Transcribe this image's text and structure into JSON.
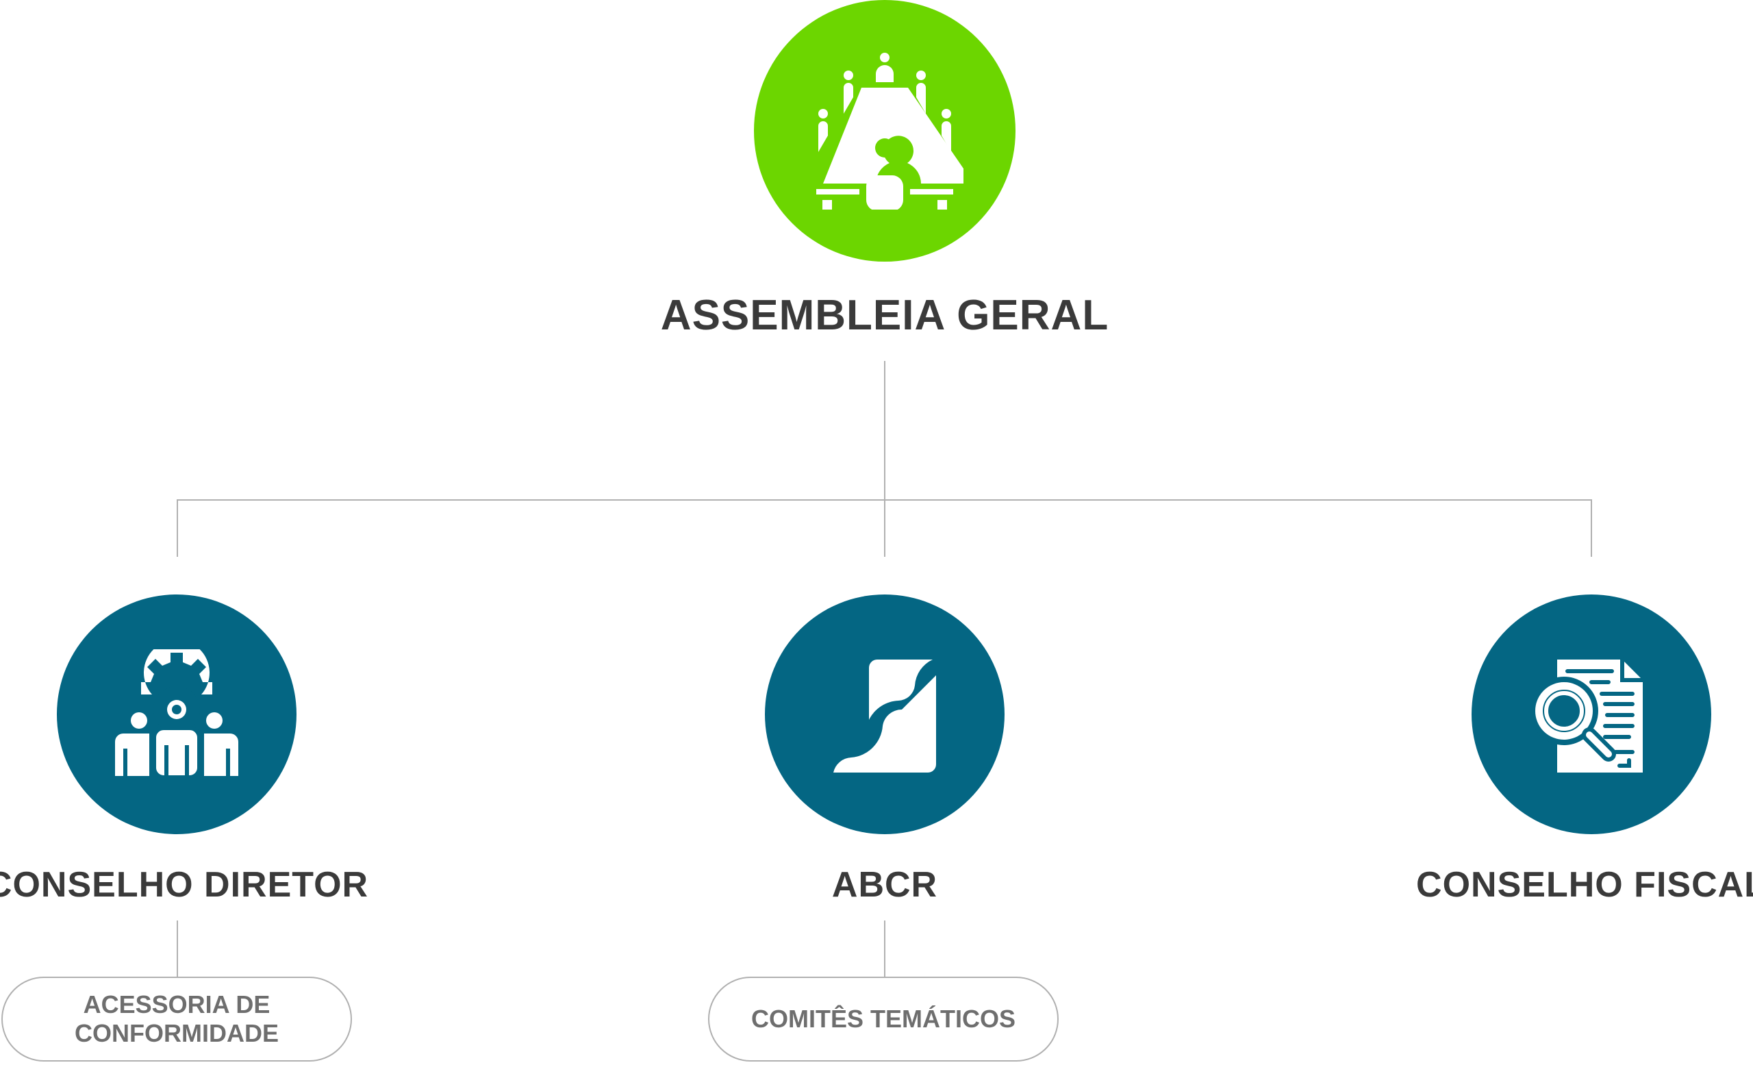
{
  "colors": {
    "top": "#6cd600",
    "node": "#046683",
    "text": "#3a3a3a",
    "pill_text": "#6e6e6e",
    "line": "#b0b0b0"
  },
  "root": {
    "label": "ASSEMBLEIA GERAL",
    "icon": "meeting-table-icon"
  },
  "nodes": [
    {
      "label": "CONSELHO DIRETOR",
      "icon": "team-gear-icon"
    },
    {
      "label": "ABCR",
      "icon": "abcr-logo-icon"
    },
    {
      "label": "CONSELHO FISCAL",
      "icon": "document-search-icon"
    }
  ],
  "subnodes": [
    {
      "line1": "ACESSORIA DE",
      "line2": "CONFORMIDADE"
    },
    {
      "line1": "COMITÊS TEMÁTICOS"
    }
  ]
}
